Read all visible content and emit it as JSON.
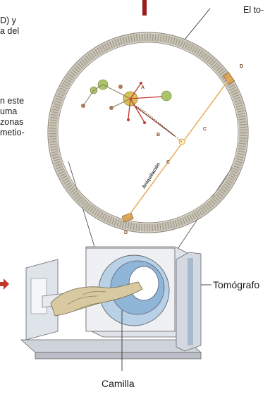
{
  "paragraph_lines": [
    "El to-",
    "D) y",
    "a del",
    "n este",
    "uma",
    "zonas",
    "metio-"
  ],
  "labels": {
    "tomografo": "Tomógrafo",
    "camilla": "Camilla",
    "annihilation_path": "Aniquilación"
  },
  "detector_labels": [
    "D",
    "D"
  ],
  "particle_labels": [
    "A",
    "B",
    "C",
    "C"
  ],
  "colors": {
    "ring": "#c9c4b6",
    "ring_tick": "#8f8a7c",
    "detector": "#d8a35a",
    "beam": "#e8b064",
    "arrow": "#c0392b",
    "scanner_face": "#eef0f4",
    "bore": "#8fb6d6",
    "patient": "#d9c9a0"
  }
}
